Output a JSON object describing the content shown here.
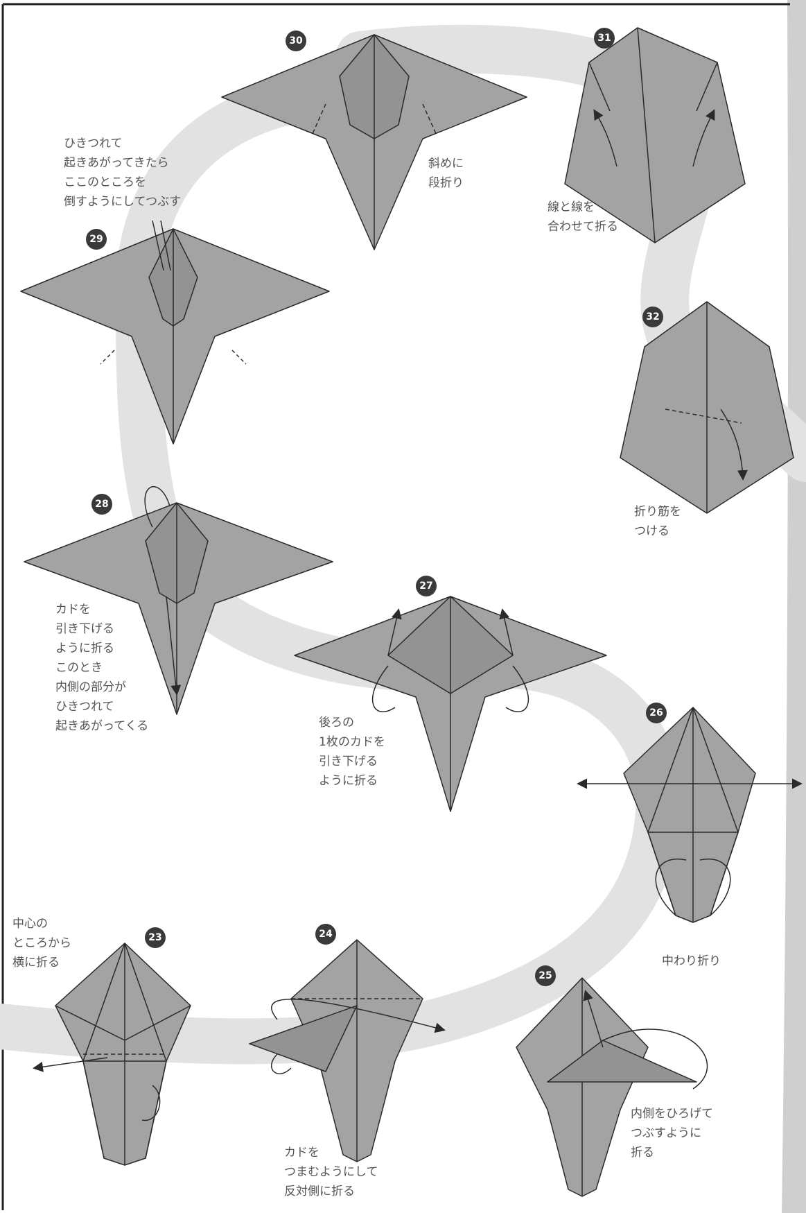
{
  "palette": {
    "paper": "#a3a3a3",
    "paper_dark": "#7e7e7e",
    "line": "#2a2a2a",
    "flow_band": "#e2e2e2",
    "background": "#ffffff",
    "text": "#555555"
  },
  "steps": [
    {
      "number": "23",
      "note": "中心の\nところから\n横に折る"
    },
    {
      "number": "24",
      "note": "カドを\nつまむようにして\n反対側に折る"
    },
    {
      "number": "25",
      "note": "内側をひろげて\nつぶすように\n折る"
    },
    {
      "number": "26",
      "note": "中わり折り"
    },
    {
      "number": "27",
      "note": "後ろの\n1枚のカドを\n引き下げる\nように折る"
    },
    {
      "number": "28",
      "note": "カドを\n引き下げる\nように折る\nこのとき\n内側の部分が\nひきつれて\n起きあがってくる"
    },
    {
      "number": "29",
      "note": "ひきつれて\n起きあがってきたら\nここのところを\n倒すようにしてつぶす"
    },
    {
      "number": "30",
      "note": "斜めに\n段折り"
    },
    {
      "number": "31",
      "note": "線と線を\n合わせて折る"
    },
    {
      "number": "32",
      "note": "折り筋を\nつける"
    }
  ]
}
